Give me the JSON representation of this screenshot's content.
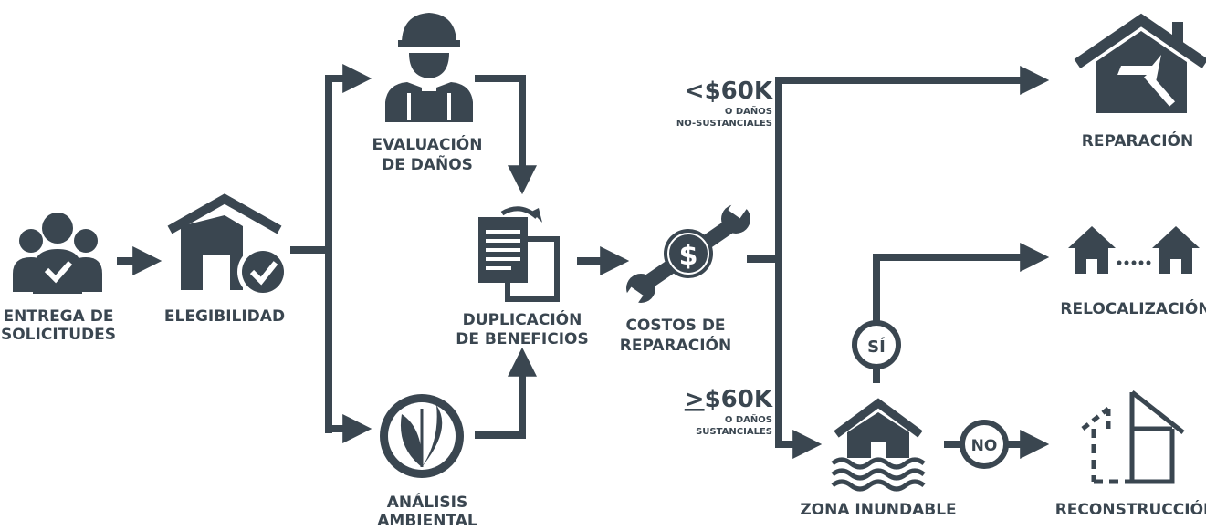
{
  "colors": {
    "primary": "#3a4650",
    "background": "#ffffff"
  },
  "nodes": {
    "entrega": {
      "label_line1": "ENTREGA DE",
      "label_line2": "SOLICITUDES",
      "icon": "people-check-icon"
    },
    "elegibilidad": {
      "label": "ELEGIBILIDAD",
      "icon": "house-check-icon"
    },
    "evaluacion": {
      "label_line1": "EVALUACIÓN",
      "label_line2": "DE DAÑOS",
      "icon": "worker-icon"
    },
    "analisis": {
      "label_line1": "ANÁLISIS",
      "label_line2": "AMBIENTAL",
      "icon": "leaf-icon"
    },
    "duplicacion": {
      "label_line1": "DUPLICACIÓN",
      "label_line2": "DE BENEFICIOS",
      "icon": "documents-icon"
    },
    "costos": {
      "label_line1": "COSTOS DE",
      "label_line2": "REPARACIÓN",
      "icon": "dollar-wrench-icon"
    },
    "reparacion": {
      "label": "REPARACIÓN",
      "icon": "house-hammer-icon"
    },
    "relocalizacion": {
      "label": "RELOCALIZACIÓN",
      "icon": "two-houses-icon"
    },
    "zona": {
      "label": "ZONA INUNDABLE",
      "icon": "flooded-house-icon"
    },
    "reconstruccion": {
      "label": "RECONSTRUCCIÓN",
      "icon": "house-outline-icon"
    }
  },
  "branches": {
    "under": {
      "amount": "<$60K",
      "line1": "O DAÑOS",
      "line2": "NO-SUSTANCIALES"
    },
    "over": {
      "amount_symbol": ">",
      "amount_rest": "$60K",
      "line1": "O DAÑOS",
      "line2": "SUSTANCIALES"
    },
    "yes": "SÍ",
    "no": "NO"
  }
}
